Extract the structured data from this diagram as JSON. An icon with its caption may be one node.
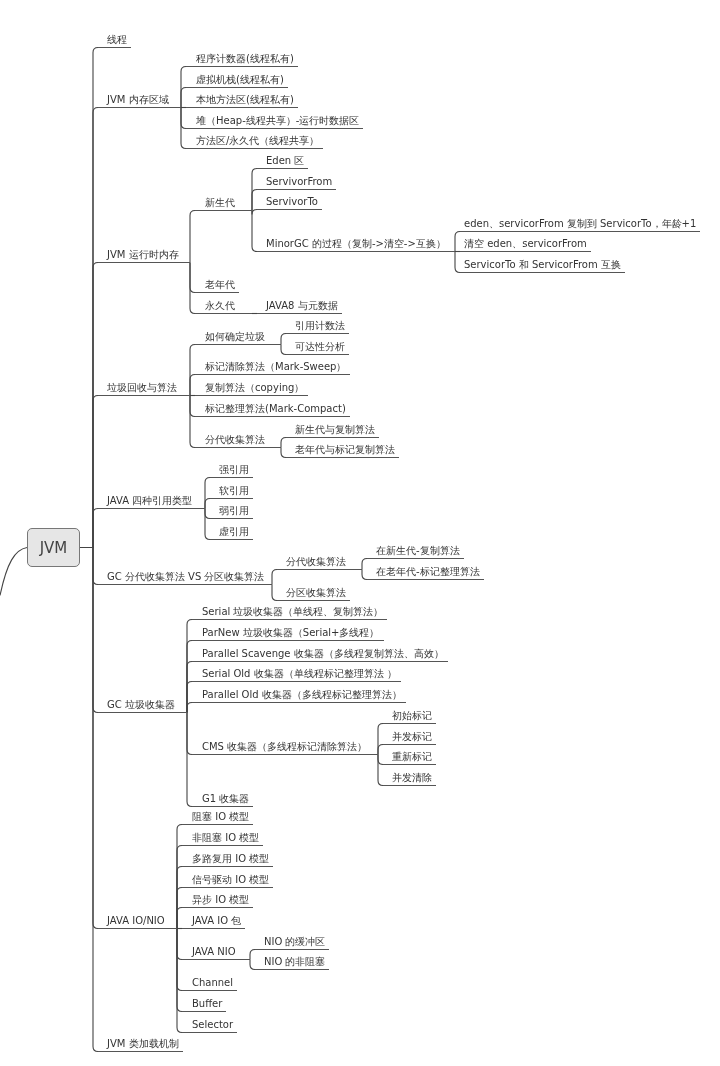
{
  "diagram": {
    "nodes": [
      {
        "text": [
          "JVM"
        ]
      },
      {
        "text": [
          "线程"
        ]
      },
      {
        "text": [
          "JVM 内存区域"
        ]
      },
      {
        "text": [
          "程序计数器(线程私有)"
        ]
      },
      {
        "text": [
          "虚拟机栈(线程私有)"
        ]
      },
      {
        "text": [
          "本地方法区(线程私有)"
        ]
      },
      {
        "text": [
          "堆（Heap-线程共享）-运行时数据区"
        ]
      },
      {
        "text": [
          "方法区/永久代（线程共享）"
        ]
      },
      {
        "text": [
          "JVM 运行时内存"
        ]
      },
      {
        "text": [
          "新生代"
        ]
      },
      {
        "text": [
          "Eden 区"
        ]
      },
      {
        "text": [
          "ServivorFrom"
        ]
      },
      {
        "text": [
          "ServivorTo"
        ]
      },
      {
        "text": [
          "MinorGC 的过程（复制->清空->互换）"
        ]
      },
      {
        "text": [
          "eden、servicorFrom 复制到 ServicorTo，年龄+1"
        ]
      },
      {
        "text": [
          "清空 eden、servicorFrom"
        ]
      },
      {
        "text": [
          "ServicorTo 和 ServicorFrom 互换"
        ]
      },
      {
        "text": [
          "老年代"
        ]
      },
      {
        "text": [
          "永久代"
        ]
      },
      {
        "text": [
          "JAVA8 与元数据"
        ]
      },
      {
        "text": [
          "垃圾回收与算法"
        ]
      },
      {
        "text": [
          "如何确定垃圾"
        ]
      },
      {
        "text": [
          "引用计数法"
        ]
      },
      {
        "text": [
          "可达性分析"
        ]
      },
      {
        "text": [
          "标记清除算法（Mark-Sweep）"
        ]
      },
      {
        "text": [
          "复制算法（copying）"
        ]
      },
      {
        "text": [
          "标记整理算法(Mark-Compact)"
        ]
      },
      {
        "text": [
          "分代收集算法"
        ]
      },
      {
        "text": [
          "新生代与复制算法"
        ]
      },
      {
        "text": [
          "老年代与标记复制算法"
        ]
      },
      {
        "text": [
          "JAVA 四种引用类型"
        ]
      },
      {
        "text": [
          "强引用"
        ]
      },
      {
        "text": [
          "软引用"
        ]
      },
      {
        "text": [
          "弱引用"
        ]
      },
      {
        "text": [
          "虚引用"
        ]
      },
      {
        "text": [
          "GC 分代收集算法 VS 分区收集算法"
        ]
      },
      {
        "text": [
          "分代收集算法"
        ]
      },
      {
        "text": [
          "在新生代-复制算法"
        ]
      },
      {
        "text": [
          "在老年代-标记整理算法"
        ]
      },
      {
        "text": [
          "分区收集算法"
        ]
      },
      {
        "text": [
          "GC 垃圾收集器"
        ]
      },
      {
        "text": [
          "Serial 垃圾收集器（单线程、复制算法）"
        ]
      },
      {
        "text": [
          "ParNew 垃圾收集器（Serial+多线程）"
        ]
      },
      {
        "text": [
          "Parallel Scavenge 收集器（多线程复制算法、高效）"
        ]
      },
      {
        "text": [
          "Serial Old 收集器（单线程标记整理算法 ）"
        ]
      },
      {
        "text": [
          "Parallel Old 收集器（多线程标记整理算法）"
        ]
      },
      {
        "text": [
          "CMS 收集器（多线程标记清除算法）"
        ]
      },
      {
        "text": [
          "初始标记"
        ]
      },
      {
        "text": [
          "并发标记"
        ]
      },
      {
        "text": [
          "重新标记"
        ]
      },
      {
        "text": [
          "并发清除"
        ]
      },
      {
        "text": [
          "G1 收集器"
        ]
      },
      {
        "text": [
          "JAVA IO/NIO"
        ]
      },
      {
        "text": [
          "阻塞 IO 模型"
        ]
      },
      {
        "text": [
          "非阻塞 IO 模型"
        ]
      },
      {
        "text": [
          "多路复用 IO 模型"
        ]
      },
      {
        "text": [
          "信号驱动 IO 模型"
        ]
      },
      {
        "text": [
          "异步 IO 模型"
        ]
      },
      {
        "text": [
          "JAVA IO 包"
        ]
      },
      {
        "text": [
          "JAVA NIO"
        ]
      },
      {
        "text": [
          "NIO 的缓冲区"
        ]
      },
      {
        "text": [
          "NIO 的非阻塞"
        ]
      },
      {
        "text": [
          "Channel"
        ]
      },
      {
        "text": [
          "Buffer"
        ]
      },
      {
        "text": [
          "Selector"
        ]
      },
      {
        "text": [
          "JVM 类加载机制"
        ]
      }
    ],
    "edges": [
      {
        "from": 0,
        "to": 1,
        "arrow": "none"
      },
      {
        "from": 0,
        "to": 2,
        "arrow": "none"
      },
      {
        "from": 0,
        "to": 8,
        "arrow": "none"
      },
      {
        "from": 0,
        "to": 20,
        "arrow": "none"
      },
      {
        "from": 0,
        "to": 30,
        "arrow": "none"
      },
      {
        "from": 0,
        "to": 35,
        "arrow": "none"
      },
      {
        "from": 0,
        "to": 40,
        "arrow": "none"
      },
      {
        "from": 0,
        "to": 52,
        "arrow": "none"
      },
      {
        "from": 0,
        "to": 65,
        "arrow": "none"
      },
      {
        "from": 2,
        "to": 3,
        "arrow": "none"
      },
      {
        "from": 2,
        "to": 4,
        "arrow": "none"
      },
      {
        "from": 2,
        "to": 5,
        "arrow": "none"
      },
      {
        "from": 2,
        "to": 6,
        "arrow": "none"
      },
      {
        "from": 2,
        "to": 7,
        "arrow": "none"
      },
      {
        "from": 8,
        "to": 9,
        "arrow": "none"
      },
      {
        "from": 8,
        "to": 17,
        "arrow": "none"
      },
      {
        "from": 8,
        "to": 18,
        "arrow": "none"
      },
      {
        "from": 9,
        "to": 10,
        "arrow": "none"
      },
      {
        "from": 9,
        "to": 11,
        "arrow": "none"
      },
      {
        "from": 9,
        "to": 12,
        "arrow": "none"
      },
      {
        "from": 9,
        "to": 13,
        "arrow": "none"
      },
      {
        "from": 13,
        "to": 14,
        "arrow": "none"
      },
      {
        "from": 13,
        "to": 15,
        "arrow": "none"
      },
      {
        "from": 13,
        "to": 16,
        "arrow": "none"
      },
      {
        "from": 18,
        "to": 19,
        "arrow": "none"
      },
      {
        "from": 20,
        "to": 21,
        "arrow": "none"
      },
      {
        "from": 20,
        "to": 24,
        "arrow": "none"
      },
      {
        "from": 20,
        "to": 25,
        "arrow": "none"
      },
      {
        "from": 20,
        "to": 26,
        "arrow": "none"
      },
      {
        "from": 20,
        "to": 27,
        "arrow": "none"
      },
      {
        "from": 21,
        "to": 22,
        "arrow": "none"
      },
      {
        "from": 21,
        "to": 23,
        "arrow": "none"
      },
      {
        "from": 27,
        "to": 28,
        "arrow": "none"
      },
      {
        "from": 27,
        "to": 29,
        "arrow": "none"
      },
      {
        "from": 30,
        "to": 31,
        "arrow": "none"
      },
      {
        "from": 30,
        "to": 32,
        "arrow": "none"
      },
      {
        "from": 30,
        "to": 33,
        "arrow": "none"
      },
      {
        "from": 30,
        "to": 34,
        "arrow": "none"
      },
      {
        "from": 35,
        "to": 36,
        "arrow": "none"
      },
      {
        "from": 35,
        "to": 39,
        "arrow": "none"
      },
      {
        "from": 36,
        "to": 37,
        "arrow": "none"
      },
      {
        "from": 36,
        "to": 38,
        "arrow": "none"
      },
      {
        "from": 40,
        "to": 41,
        "arrow": "none"
      },
      {
        "from": 40,
        "to": 42,
        "arrow": "none"
      },
      {
        "from": 40,
        "to": 43,
        "arrow": "none"
      },
      {
        "from": 40,
        "to": 44,
        "arrow": "none"
      },
      {
        "from": 40,
        "to": 45,
        "arrow": "none"
      },
      {
        "from": 40,
        "to": 46,
        "arrow": "none"
      },
      {
        "from": 40,
        "to": 51,
        "arrow": "none"
      },
      {
        "from": 46,
        "to": 47,
        "arrow": "none"
      },
      {
        "from": 46,
        "to": 48,
        "arrow": "none"
      },
      {
        "from": 46,
        "to": 49,
        "arrow": "none"
      },
      {
        "from": 46,
        "to": 50,
        "arrow": "none"
      },
      {
        "from": 52,
        "to": 53,
        "arrow": "none"
      },
      {
        "from": 52,
        "to": 54,
        "arrow": "none"
      },
      {
        "from": 52,
        "to": 55,
        "arrow": "none"
      },
      {
        "from": 52,
        "to": 56,
        "arrow": "none"
      },
      {
        "from": 52,
        "to": 57,
        "arrow": "none"
      },
      {
        "from": 52,
        "to": 58,
        "arrow": "none"
      },
      {
        "from": 52,
        "to": 59,
        "arrow": "none"
      },
      {
        "from": 52,
        "to": 62,
        "arrow": "none"
      },
      {
        "from": 52,
        "to": 63,
        "arrow": "none"
      },
      {
        "from": 52,
        "to": 64,
        "arrow": "none"
      },
      {
        "from": 59,
        "to": 60,
        "arrow": "none"
      },
      {
        "from": 59,
        "to": 61,
        "arrow": "none"
      },
      {
        "from": 0,
        "to": null,
        "arrow": "none"
      }
    ]
  }
}
